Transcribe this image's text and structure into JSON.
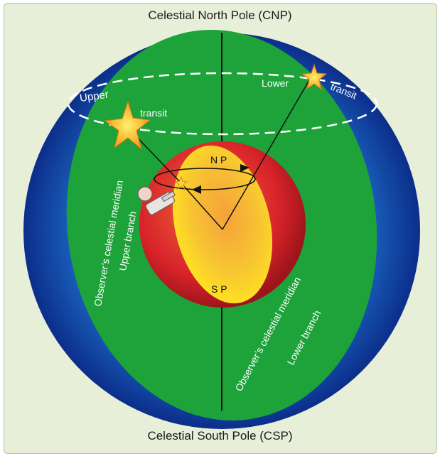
{
  "title_top": "Celestial North Pole (CNP)",
  "title_bottom": "Celestial South Pole (CSP)",
  "labels": {
    "upper_transit_1": "Upper",
    "upper_transit_2": "transit",
    "lower_transit_1": "Lower",
    "lower_transit_2": "transit",
    "observer_meridian_upper": "Observer’s celestial meridian",
    "upper_branch": "Upper branch",
    "observer_meridian_lower": "Observer’s celestial meridian",
    "lower_branch": "Lower branch",
    "north_pole": "N P",
    "south_pole": "S P"
  },
  "colors": {
    "background": "#e7efd9",
    "celestial_sphere": "#1b5fbf",
    "meridian_plane": "#1ea23a",
    "earth_outer": "#d8232a",
    "earth_inner": "#ffe61f",
    "star": "#ffb020"
  },
  "icons": [
    "star-icon",
    "observer-icon"
  ]
}
